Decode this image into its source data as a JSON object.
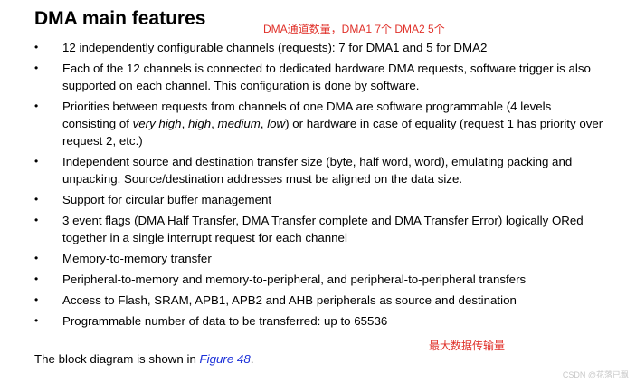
{
  "heading": "DMA main features",
  "annotations": {
    "top_note": "DMA通道数量，DMA1 7个 DMA2 5个",
    "bottom_note": "最大数据传输量"
  },
  "features": {
    "f0": "12 independently configurable channels (requests): 7 for DMA1 and 5 for DMA2",
    "f1": "Each of the 12 channels is connected to dedicated hardware DMA requests, software trigger is also supported on each channel. This configuration is done by software.",
    "f2": {
      "a": "Priorities between requests from channels of one DMA are software programmable (4 levels consisting of ",
      "vh": "very high",
      "c1": ", ",
      "h": "high",
      "c2": ", ",
      "m": "medium",
      "c3": ", ",
      "l": "low",
      "b": ") or hardware in case of equality (request 1 has priority over request 2, etc.)"
    },
    "f3": "Independent source and destination transfer size (byte, half word, word), emulating packing and unpacking. Source/destination addresses must be aligned on the data size.",
    "f4": "Support for circular buffer management",
    "f5": "3 event flags (DMA Half Transfer, DMA Transfer complete and DMA Transfer Error) logically ORed together in a single interrupt request for each channel",
    "f6": "Memory-to-memory transfer",
    "f7": "Peripheral-to-memory and memory-to-peripheral, and peripheral-to-peripheral transfers",
    "f8": "Access to Flash, SRAM, APB1, APB2 and AHB peripherals as source and destination",
    "f9": "Programmable number of data to be transferred: up to 65536"
  },
  "bullet_char": "•",
  "footer": {
    "prefix": "The block diagram is shown in ",
    "link": "Figure 48",
    "suffix": "."
  },
  "watermark": "CSDN @花落已飘",
  "colors": {
    "annotation": "#e0312a",
    "link": "#1a2fd8"
  }
}
